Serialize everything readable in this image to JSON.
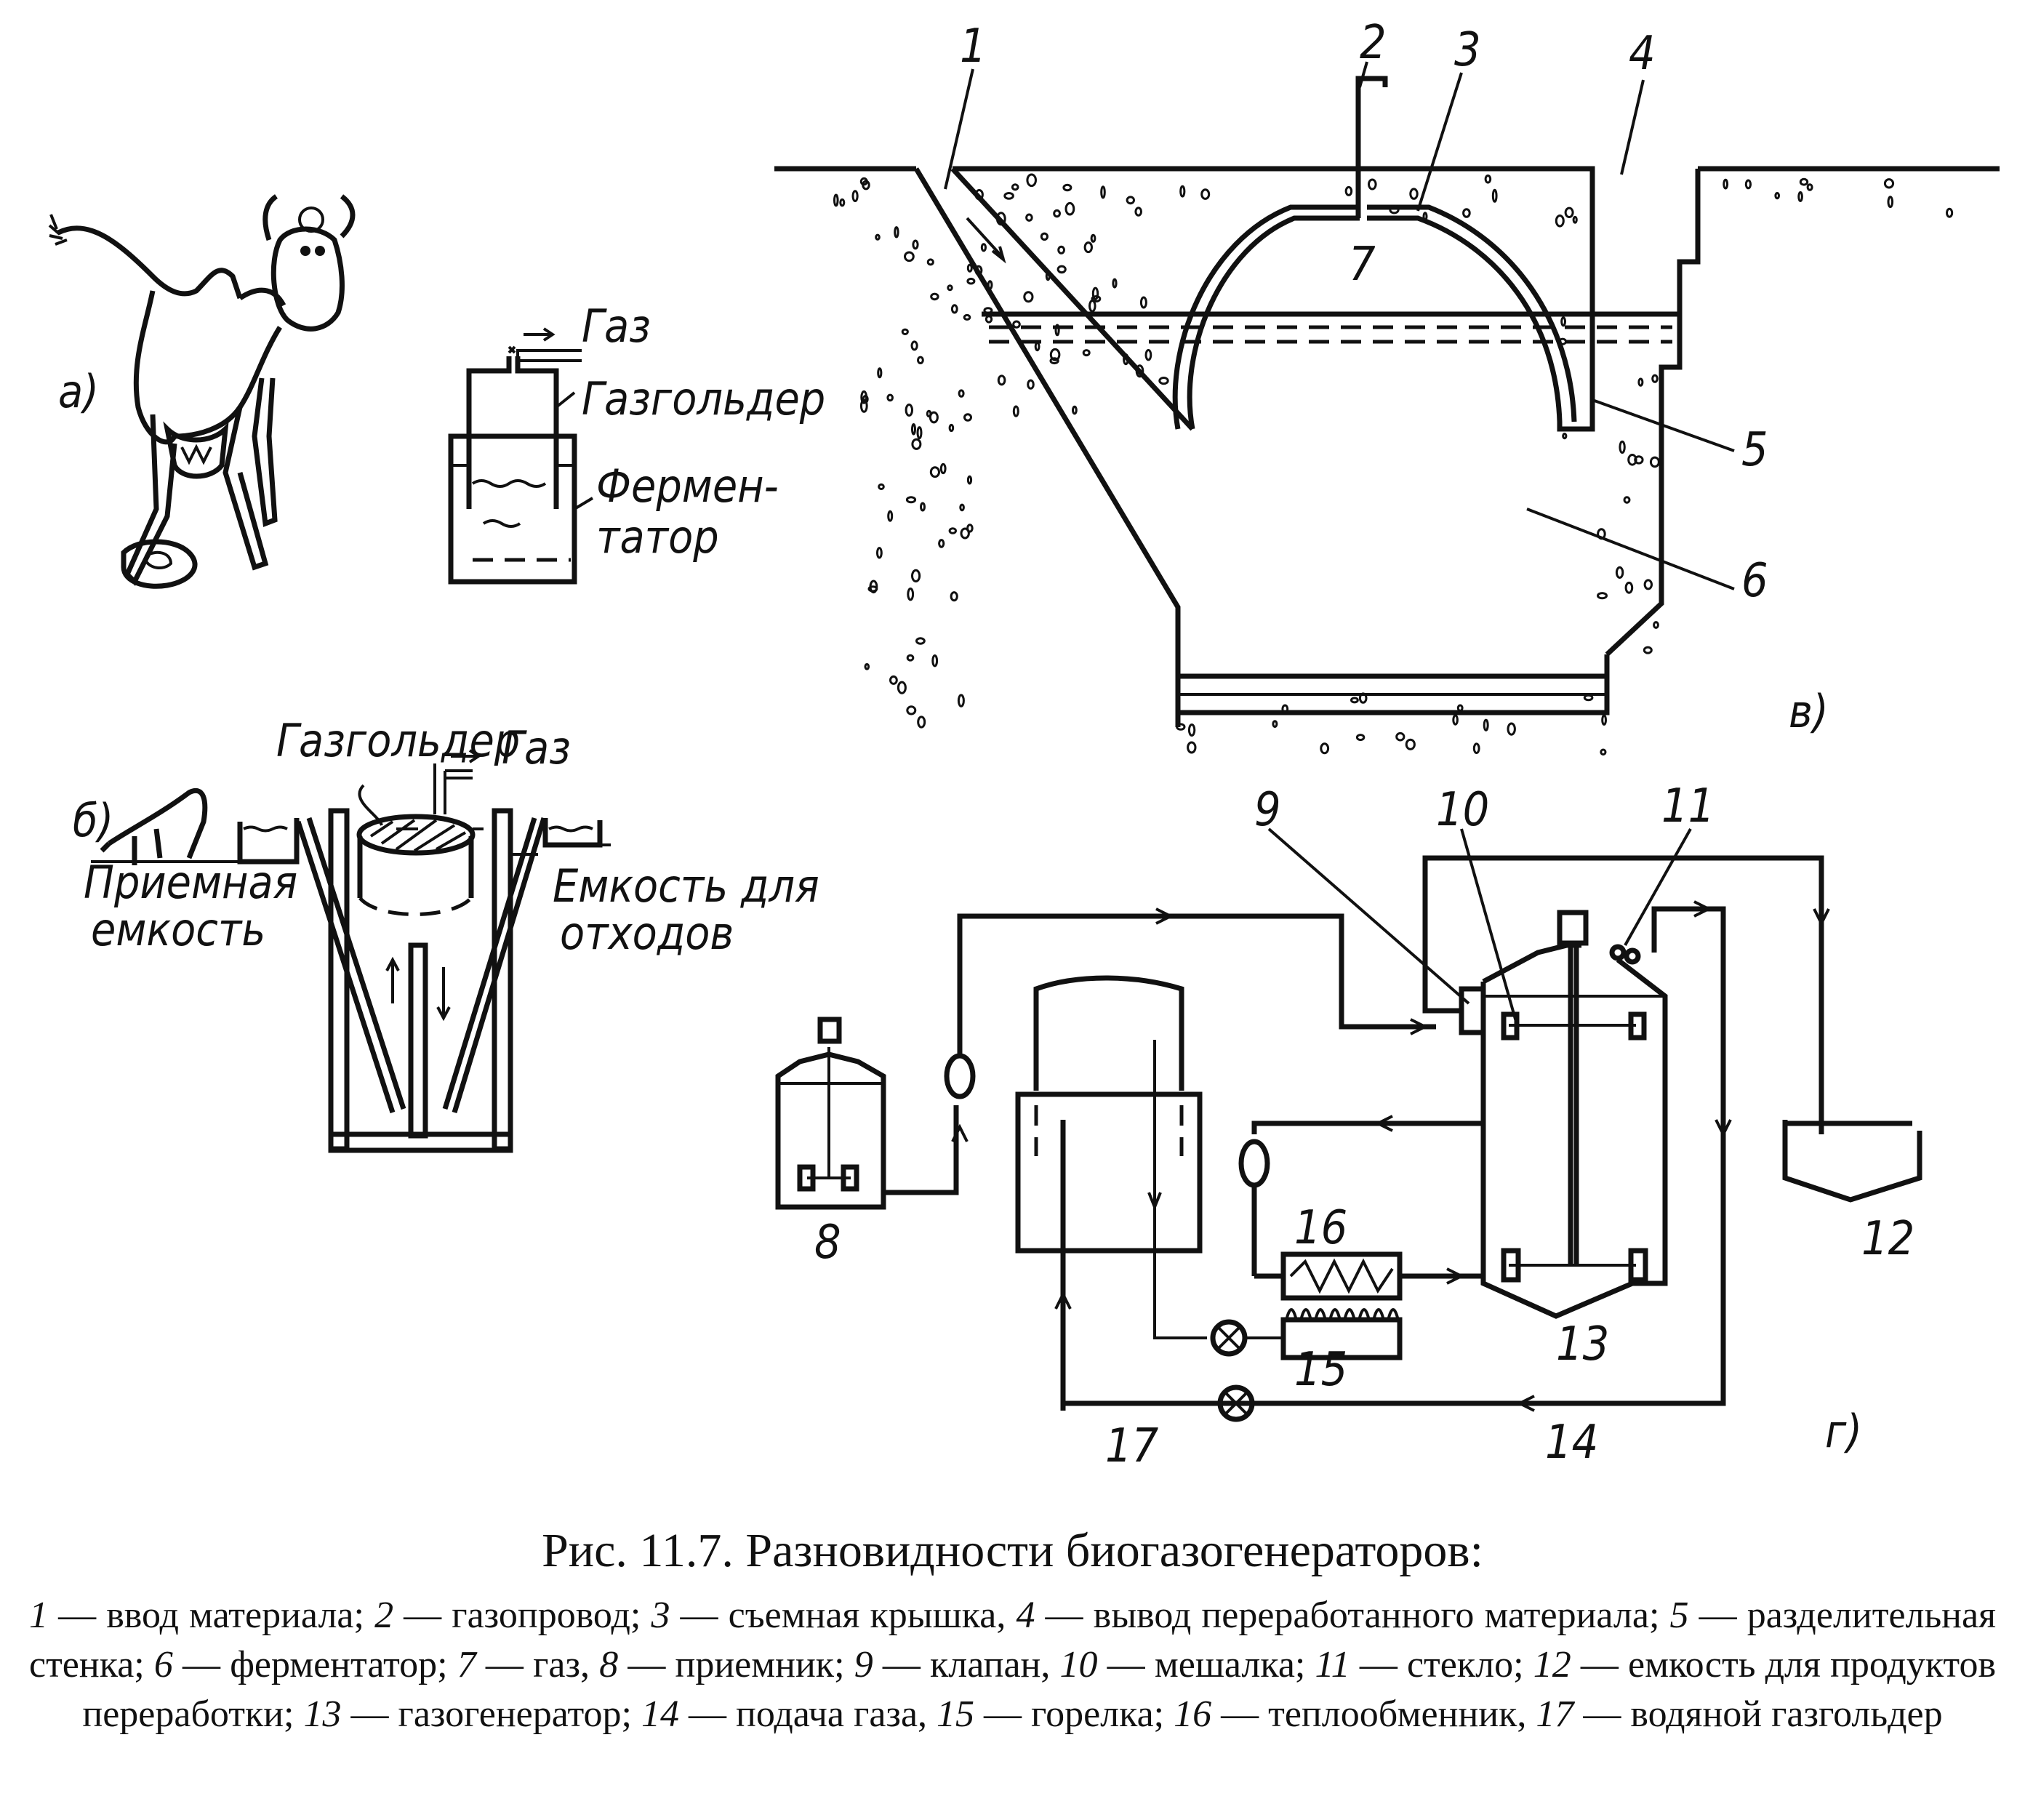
{
  "figure": {
    "title": "Рис. 11.7. Разновидности биогазогенераторов:",
    "legend": [
      {
        "num": "1",
        "text": "ввод материала;"
      },
      {
        "num": "2",
        "text": "газопровод;"
      },
      {
        "num": "3",
        "text": "съемная крышка,"
      },
      {
        "num": "4",
        "text": "вывод переработанного материала;"
      },
      {
        "num": "5",
        "text": "разделительная стенка;"
      },
      {
        "num": "6",
        "text": "ферментатор;"
      },
      {
        "num": "7",
        "text": "газ,"
      },
      {
        "num": "8",
        "text": "приемник;"
      },
      {
        "num": "9",
        "text": "клапан,"
      },
      {
        "num": "10",
        "text": "мешалка;"
      },
      {
        "num": "11",
        "text": "стекло;"
      },
      {
        "num": "12",
        "text": "емкость для продуктов переработки;"
      },
      {
        "num": "13",
        "text": "газогенератор;"
      },
      {
        "num": "14",
        "text": "подача газа,"
      },
      {
        "num": "15",
        "text": "горелка;"
      },
      {
        "num": "16",
        "text": "теплообменник,"
      },
      {
        "num": "17",
        "text": "водяной газгольдер"
      }
    ],
    "dash": "—"
  },
  "panels": {
    "a": {
      "label": "а)",
      "gas": "Газ",
      "gasholder": "Газгольдер",
      "fermenter_line1": "Фермен-",
      "fermenter_line2": "татор"
    },
    "b": {
      "label": "б)",
      "gasholder": "Газгольдер",
      "gas": "Газ",
      "receiver_line1": "Приемная",
      "receiver_line2": "емкость",
      "waste_line1": "Емкость для",
      "waste_line2": "отходов"
    },
    "v": {
      "label": "в)",
      "markers": [
        "1",
        "2",
        "3",
        "4",
        "5",
        "6",
        "7"
      ]
    },
    "g": {
      "label": "г)",
      "markers": [
        "8",
        "9",
        "10",
        "11",
        "12",
        "13",
        "14",
        "15",
        "16",
        "17"
      ]
    }
  }
}
